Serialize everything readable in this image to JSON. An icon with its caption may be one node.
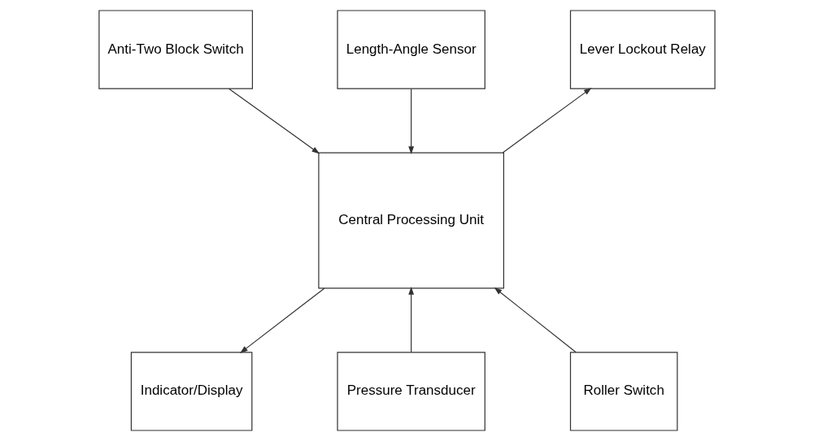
{
  "diagram": {
    "nodes": [
      {
        "text": [
          "Anti-Two Block Switch"
        ]
      },
      {
        "text": [
          "Lever Lockout Relay"
        ]
      },
      {
        "text": [
          "Length-Angle Sensor"
        ]
      },
      {
        "text": [
          "Central Processing Unit"
        ]
      },
      {
        "text": [
          "Pressure Transducer"
        ]
      },
      {
        "text": [
          "Indicator/Display"
        ]
      },
      {
        "text": [
          "Roller Switch"
        ]
      }
    ],
    "edges": [
      {
        "from": 0,
        "to": 3,
        "arrow": "to"
      },
      {
        "from": 3,
        "to": 1,
        "arrow": "to"
      },
      {
        "from": 2,
        "to": 3,
        "arrow": "to"
      },
      {
        "from": 4,
        "to": 3,
        "arrow": "to"
      },
      {
        "from": 3,
        "to": 5,
        "arrow": "to"
      },
      {
        "from": 6,
        "to": 3,
        "arrow": "to"
      }
    ]
  }
}
